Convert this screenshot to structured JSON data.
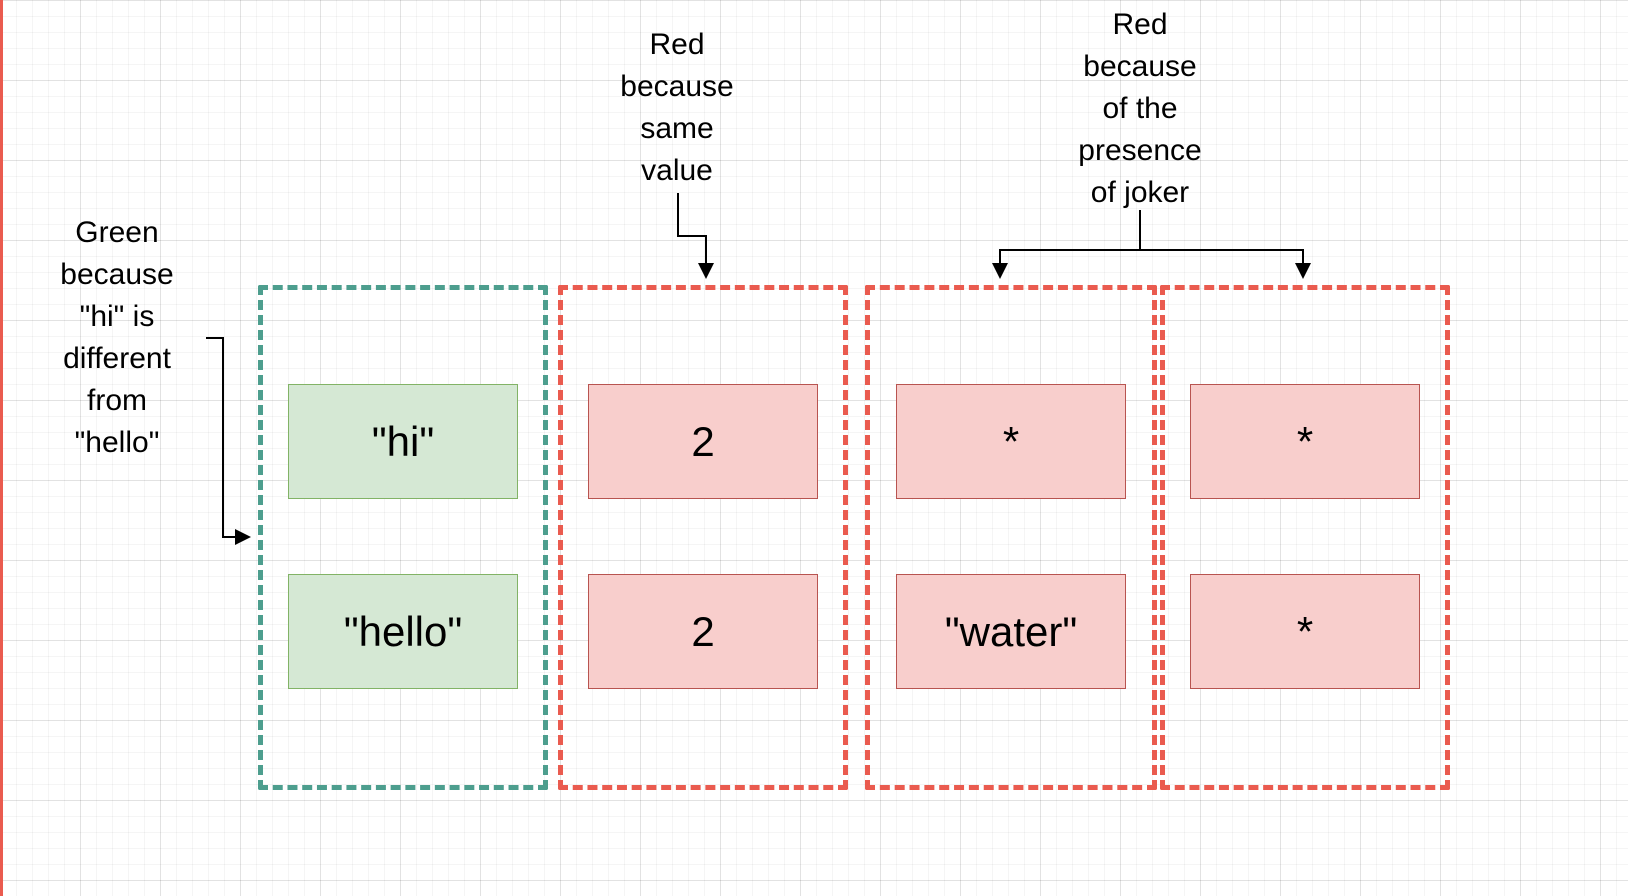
{
  "diagram": {
    "annotations": {
      "green_note": "Green\nbecause\n\"hi\" is\ndifferent\nfrom\n\"hello\"",
      "same_value_note": "Red\nbecause\nsame\nvalue",
      "joker_note": "Red\nbecause\nof the\npresence\nof joker"
    },
    "columns": [
      {
        "name": "different-strings",
        "style": "teal-dashed",
        "cells": [
          "\"hi\"",
          "\"hello\""
        ]
      },
      {
        "name": "same-value",
        "style": "red-dashed",
        "cells": [
          "2",
          "2"
        ]
      },
      {
        "name": "joker-left",
        "style": "red-dashed",
        "cells": [
          "*",
          "\"water\""
        ]
      },
      {
        "name": "joker-right",
        "style": "red-dashed",
        "cells": [
          "*",
          "*"
        ]
      }
    ],
    "colors": {
      "green_cell_fill": "#d5e8d4",
      "green_cell_border": "#82b366",
      "pink_cell_fill": "#f8cecc",
      "pink_cell_border": "#b85450",
      "teal_dashed_border": "#4d9e8e",
      "red_dashed_border": "#ea5b4f",
      "arrow_color": "#000000"
    }
  }
}
